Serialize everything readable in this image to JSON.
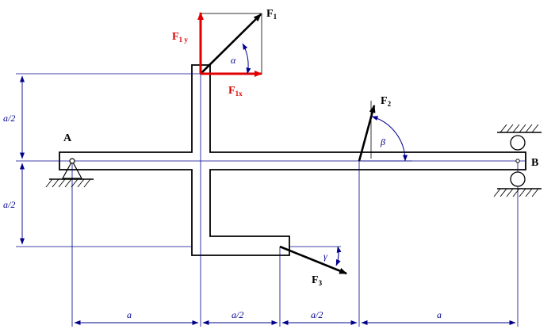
{
  "supports": {
    "A": "A",
    "B": "B"
  },
  "forces": {
    "F1": "F",
    "F1_sub": "1",
    "F1x": "F",
    "F1x_sub": "1x",
    "F1y": "F",
    "F1y_sub": "1 y",
    "F2": "F",
    "F2_sub": "2",
    "F3": "F",
    "F3_sub": "3"
  },
  "angles": {
    "alpha": "α",
    "beta": "β",
    "gamma": "γ"
  },
  "dimensions": {
    "vertical_top": "a/2",
    "vertical_bottom": "a/2",
    "horizontal": [
      "a",
      "a/2",
      "a/2",
      "a"
    ]
  },
  "colors": {
    "structure": "#000000",
    "dimension": "#00008b",
    "component": "#e00000"
  }
}
